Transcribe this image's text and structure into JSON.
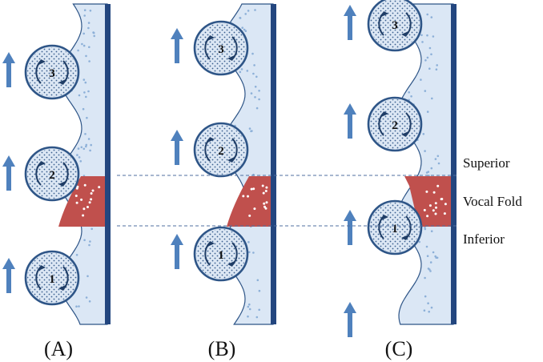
{
  "panels": [
    {
      "label": "(A)",
      "vortices": [
        {
          "number": "1",
          "rotation": "clockwise"
        },
        {
          "number": "2",
          "rotation": "clockwise"
        },
        {
          "number": "3",
          "rotation": "clockwise"
        }
      ],
      "flow_arrows": 3
    },
    {
      "label": "(B)",
      "vortices": [
        {
          "number": "1",
          "rotation": "clockwise"
        },
        {
          "number": "2",
          "rotation": "clockwise"
        },
        {
          "number": "3",
          "rotation": "clockwise"
        }
      ],
      "flow_arrows": 3
    },
    {
      "label": "(C)",
      "vortices": [
        {
          "number": "1",
          "rotation": "clockwise"
        },
        {
          "number": "2",
          "rotation": "clockwise"
        },
        {
          "number": "3",
          "rotation": "clockwise"
        }
      ],
      "flow_arrows": 4
    }
  ],
  "labels": {
    "superior": "Superior",
    "vocal_fold": "Vocal Fold",
    "inferior": "Inferior"
  },
  "colors": {
    "tissue_fill": "#dbe7f5",
    "wall": "#23467f",
    "vortex_stroke": "#2e5587",
    "vortex_fill": "#dce7f4",
    "vocal_fold": "#c0504d",
    "arrow": "#4f81bd",
    "dashed_line": "#4f6f9f",
    "dots": "#8db0d8"
  }
}
